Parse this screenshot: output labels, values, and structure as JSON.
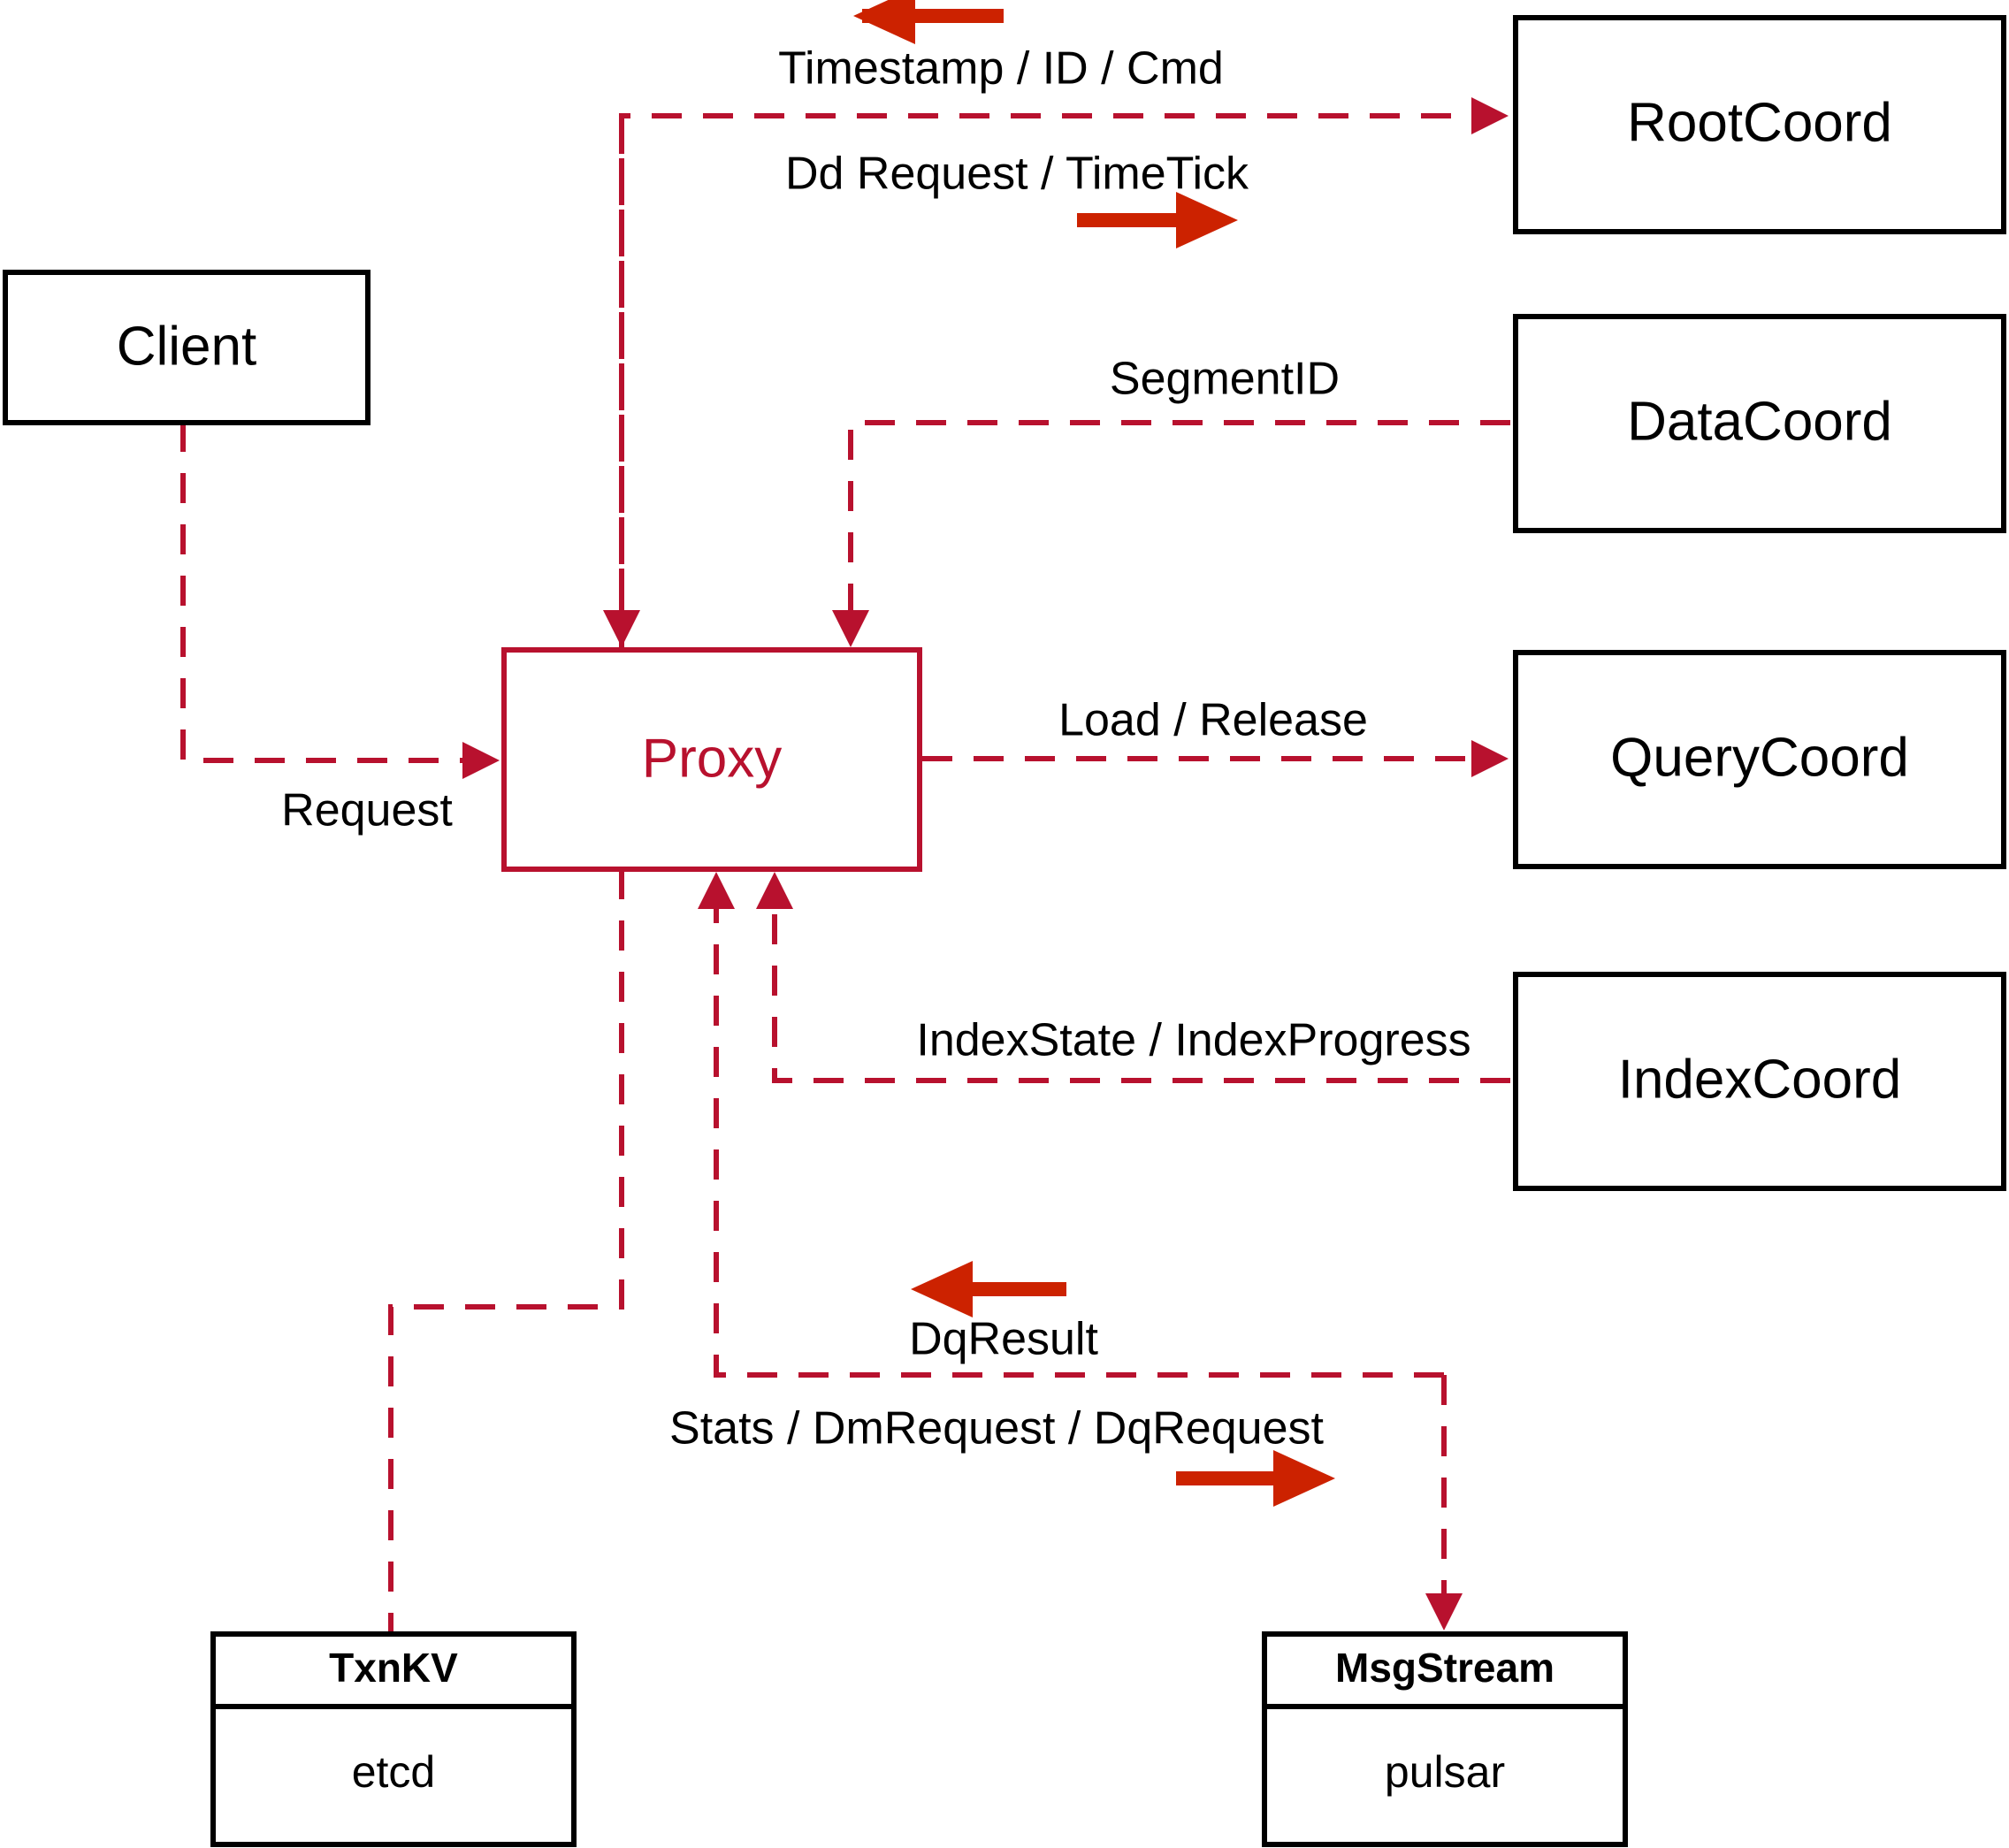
{
  "diagram": {
    "title": "Proxy component interaction diagram",
    "accent_color": "#b8112e",
    "arrow_color": "#cc2200",
    "node_border_color": "#000000",
    "background_color": "#ffffff"
  },
  "nodes": {
    "client": {
      "label": "Client"
    },
    "proxy": {
      "label": "Proxy"
    },
    "root_coord": {
      "label": "RootCoord"
    },
    "data_coord": {
      "label": "DataCoord"
    },
    "query_coord": {
      "label": "QueryCoord"
    },
    "index_coord": {
      "label": "IndexCoord"
    },
    "txnkv": {
      "title": "TxnKV",
      "body": "etcd"
    },
    "msgstream": {
      "title": "MsgStream",
      "body": "pulsar"
    }
  },
  "edge_labels": {
    "timestamp_id_cmd": "Timestamp / ID / Cmd",
    "dd_request_timetick": "Dd Request / TimeTick",
    "segment_id": "SegmentID",
    "request": "Request",
    "load_release": "Load / Release",
    "index_state_progress": "IndexState / IndexProgress",
    "dq_result": "DqResult",
    "stats_dm_dq_request": "Stats / DmRequest / DqRequest"
  },
  "flows": [
    {
      "from": "RootCoord",
      "to": "Proxy",
      "label": "Timestamp / ID / Cmd",
      "direction": "left"
    },
    {
      "from": "Proxy",
      "to": "RootCoord",
      "label": "Dd Request / TimeTick",
      "direction": "right"
    },
    {
      "from": "DataCoord",
      "to": "Proxy",
      "label": "SegmentID",
      "direction": "left"
    },
    {
      "from": "Client",
      "to": "Proxy",
      "label": "Request",
      "direction": "right"
    },
    {
      "from": "Proxy",
      "to": "QueryCoord",
      "label": "Load / Release",
      "direction": "right"
    },
    {
      "from": "IndexCoord",
      "to": "Proxy",
      "label": "IndexState / IndexProgress",
      "direction": "left"
    },
    {
      "from": "MsgStream",
      "to": "Proxy",
      "label": "DqResult",
      "direction": "left"
    },
    {
      "from": "Proxy",
      "to": "MsgStream",
      "label": "Stats / DmRequest / DqRequest",
      "direction": "right"
    },
    {
      "from": "Proxy",
      "to": "TxnKV",
      "label": "",
      "direction": "down"
    }
  ]
}
